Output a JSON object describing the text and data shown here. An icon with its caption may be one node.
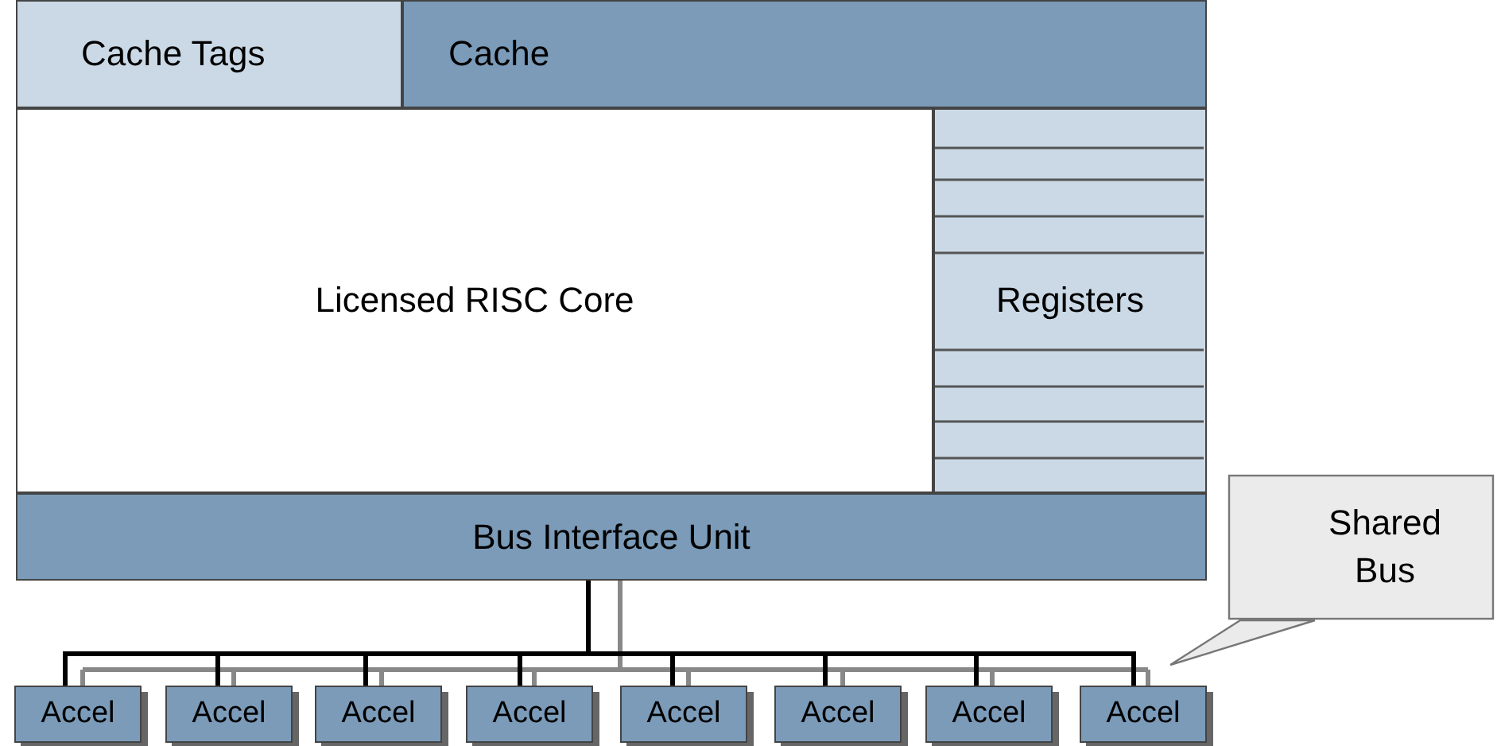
{
  "diagram": {
    "nodes": [
      {
        "text": [
          "Cache Tags"
        ]
      },
      {
        "text": [
          "Cache"
        ]
      },
      {
        "text": [
          "Licensed RISC Core"
        ]
      },
      {
        "text": [
          "Registers"
        ]
      },
      {
        "text": [
          "Bus Interface Unit"
        ]
      },
      {
        "text": [
          "Accel"
        ]
      },
      {
        "text": [
          "Accel"
        ]
      },
      {
        "text": [
          "Accel"
        ]
      },
      {
        "text": [
          "Accel"
        ]
      },
      {
        "text": [
          "Accel"
        ]
      },
      {
        "text": [
          "Accel"
        ]
      },
      {
        "text": [
          "Accel"
        ]
      },
      {
        "text": [
          "Accel"
        ]
      },
      {
        "text": [
          "Shared Bus"
        ]
      }
    ],
    "edges": [
      {
        "from": 4,
        "to": 5,
        "arrow": "none"
      },
      {
        "from": 4,
        "to": 6,
        "arrow": "none"
      },
      {
        "from": 4,
        "to": 7,
        "arrow": "none"
      },
      {
        "from": 4,
        "to": 8,
        "arrow": "none"
      },
      {
        "from": 4,
        "to": 9,
        "arrow": "none"
      },
      {
        "from": 4,
        "to": 10,
        "arrow": "none"
      },
      {
        "from": 4,
        "to": 11,
        "arrow": "none"
      },
      {
        "from": 4,
        "to": 12,
        "arrow": "none"
      },
      {
        "from": 13,
        "to": null,
        "arrow": "none",
        "color": "#777777"
      }
    ]
  }
}
